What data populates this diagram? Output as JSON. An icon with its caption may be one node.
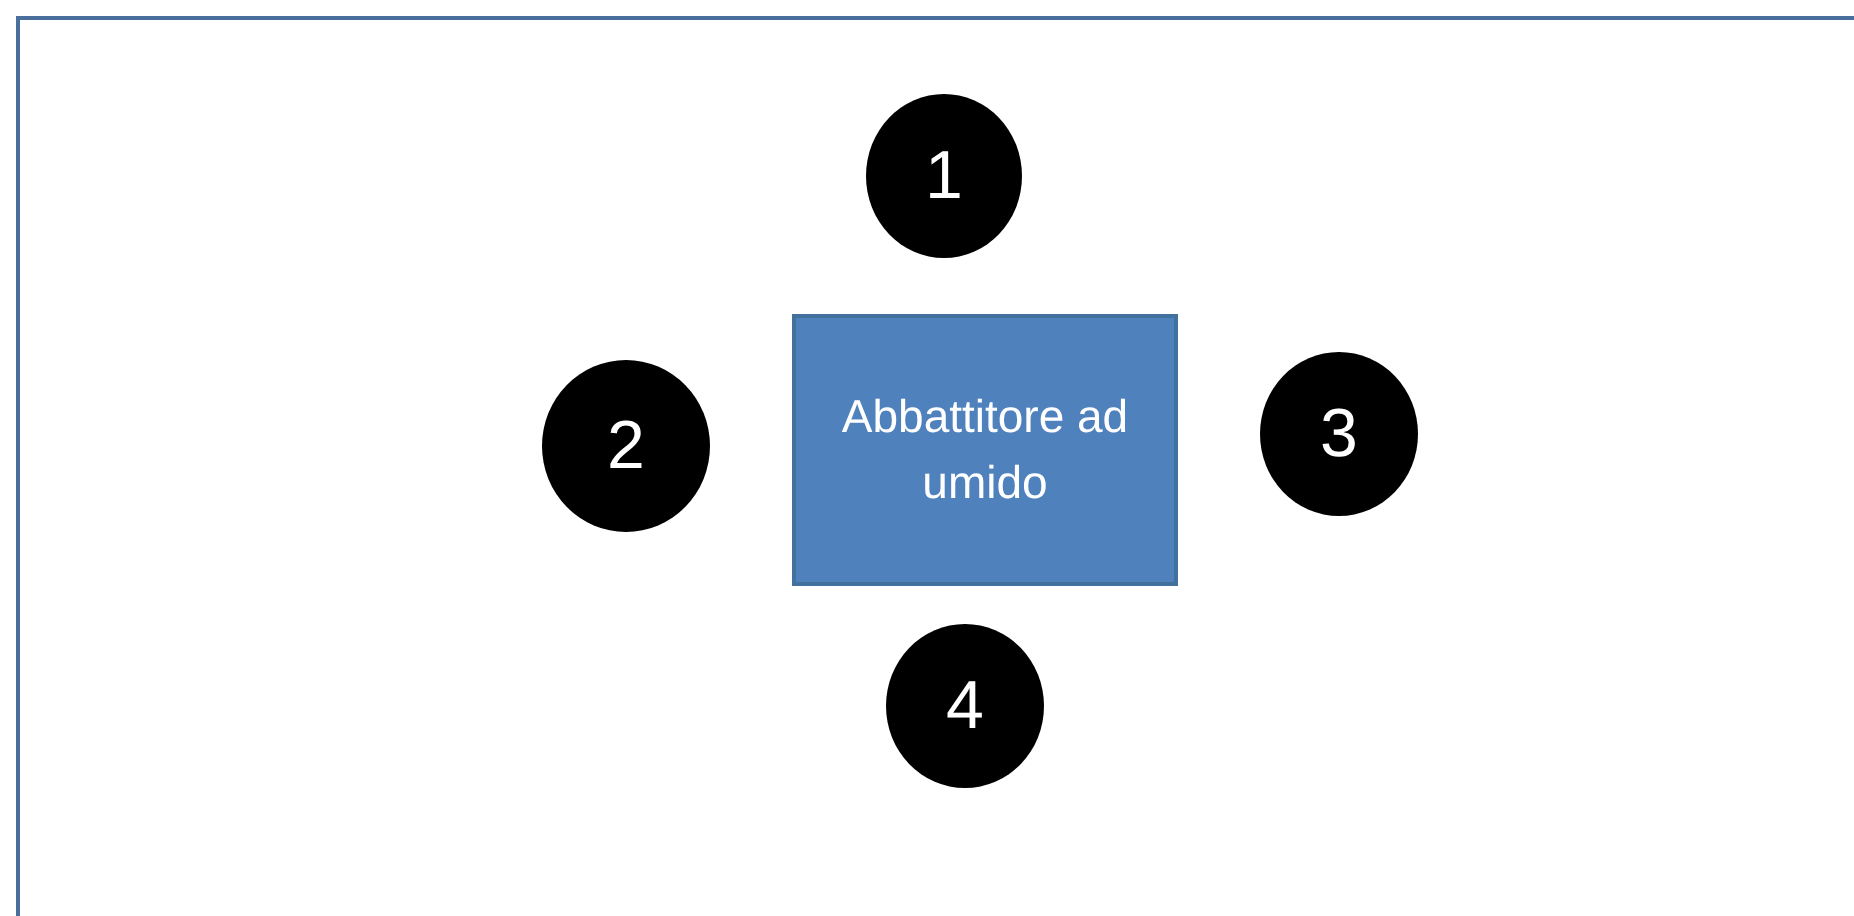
{
  "diagram": {
    "nodes": [
      {
        "text": [
          "1"
        ]
      },
      {
        "text": [
          "2"
        ]
      },
      {
        "text": [
          "Abbattitore ad umido"
        ]
      },
      {
        "text": [
          "3"
        ]
      },
      {
        "text": [
          "4"
        ]
      }
    ]
  }
}
